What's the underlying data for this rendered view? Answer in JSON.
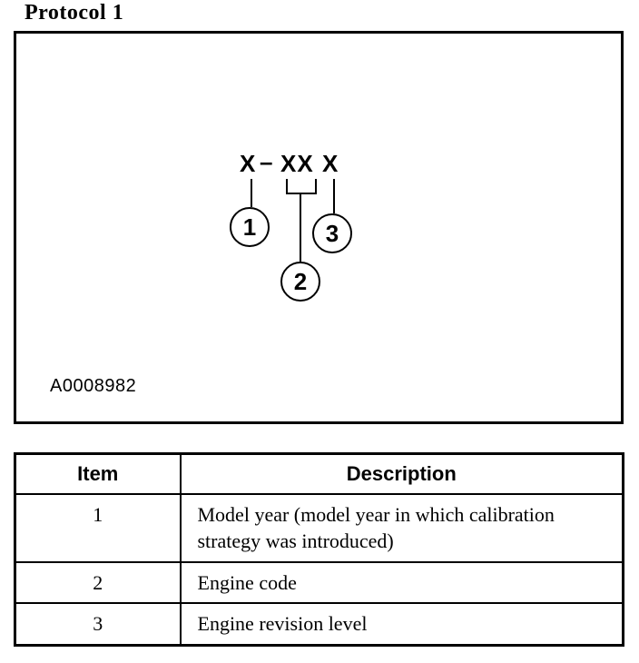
{
  "page": {
    "title": "Protocol 1"
  },
  "figure": {
    "code_parts": {
      "first": "X",
      "dash": "–",
      "middle": "XX",
      "last": "X"
    },
    "callouts": {
      "c1": "1",
      "c2": "2",
      "c3": "3"
    },
    "figure_id": "A0008982"
  },
  "table": {
    "headers": {
      "item": "Item",
      "description": "Description"
    },
    "rows": [
      {
        "item": "1",
        "description": "Model year (model year in which calibration strategy was introduced)"
      },
      {
        "item": "2",
        "description": "Engine code"
      },
      {
        "item": "3",
        "description": "Engine revision level"
      }
    ]
  },
  "colors": {
    "ink": "#000000",
    "paper": "#ffffff"
  }
}
